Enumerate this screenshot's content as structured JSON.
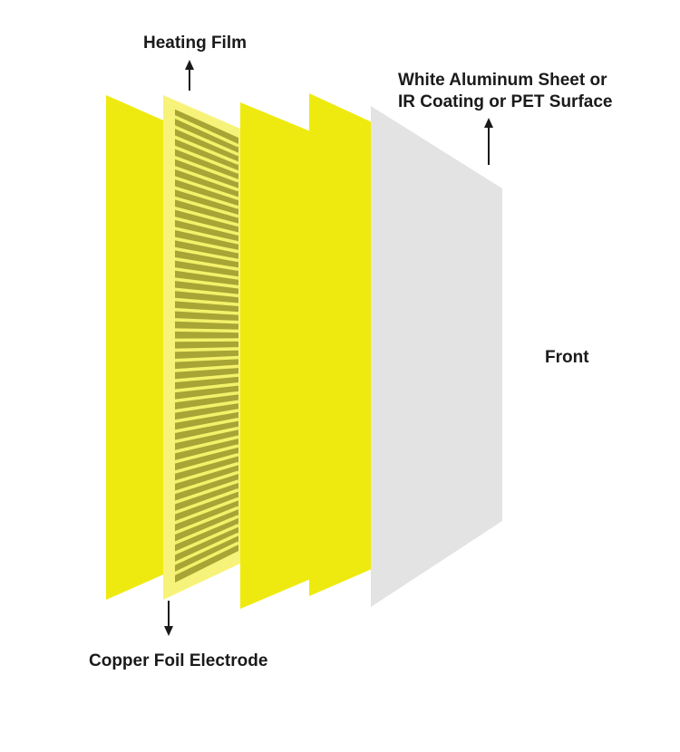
{
  "labels": {
    "heating_film": "Heating Film",
    "white_sheet_line1": "White Aluminum Sheet or",
    "white_sheet_line2": "IR Coating or PET Surface",
    "front": "Front",
    "copper_foil": "Copper Foil Electrode"
  },
  "layers": [
    {
      "name": "back-yellow-layer"
    },
    {
      "name": "heating-film-layer"
    },
    {
      "name": "middle-yellow-layer"
    },
    {
      "name": "front-yellow-layer"
    },
    {
      "name": "white-surface-layer"
    }
  ],
  "colors": {
    "yellow_layer": "#EEEA10",
    "heating_film_bg": "#A8A435",
    "heating_film_frame": "#F7F37A",
    "heating_strip": "#F3F06A",
    "white_surface": "#E3E3E3",
    "arrow": "#1a1a1a",
    "text": "#1a1a1a"
  }
}
